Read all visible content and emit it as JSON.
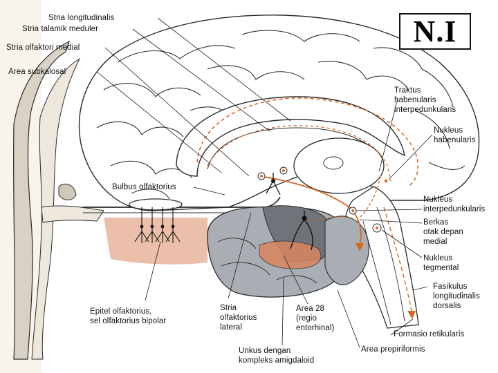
{
  "badge": "N.I",
  "labels": {
    "stria_longitudinalis": "Stria  longitudinalis",
    "stria_talamik_meduler": "Stria   talamik meduler",
    "stria_olfaktori_medial": "Stria   olfaktori medial",
    "area_subkalosal": "Area subkalosal",
    "traktus_line1": "Traktus",
    "traktus_line2": "habenularis",
    "traktus_line3": "interpedunkularis",
    "nukleus_hab_line1": "Nukleus",
    "nukleus_hab_line2": "habenularis",
    "bulbus_olfaktorius": "Bulbus olfaktorius",
    "nukleus_interped_line1": "Nukleus",
    "nukleus_interped_line2": "interpedunkularis",
    "berkas_line1": "Berkas",
    "berkas_line2": "otak depan",
    "berkas_line3": "medial",
    "nukleus_teg_line1": "Nukleus",
    "nukleus_teg_line2": "tegmental",
    "fasikulus_line1": "Fasikulus",
    "fasikulus_line2": "longitudinalis",
    "fasikulus_line3": "dorsalis",
    "epitel_line1": "Epitel olfaktorius,",
    "epitel_line2": "sel olfaktorius bipolar",
    "stria_lat_line1": "Stria",
    "stria_lat_line2": "olfaktorius",
    "stria_lat_line3": "lateral",
    "area28_line1": "Area 28",
    "area28_line2": "(regio",
    "area28_line3": "entorhinal)",
    "unkus_line1": "Unkus dengan",
    "unkus_line2": "kompleks amigdaloid",
    "formasio_retikularis": "Formasio retikularis",
    "area_prepiriformis": "Area prepiriformis"
  },
  "colors": {
    "outline": "#2a2a2a",
    "gray_fill": "#a9aeb4",
    "dark_gray": "#6f747a",
    "salmon": "#e8b49a",
    "orange_path": "#d9651f",
    "tan_bg": "#efe6d6"
  }
}
